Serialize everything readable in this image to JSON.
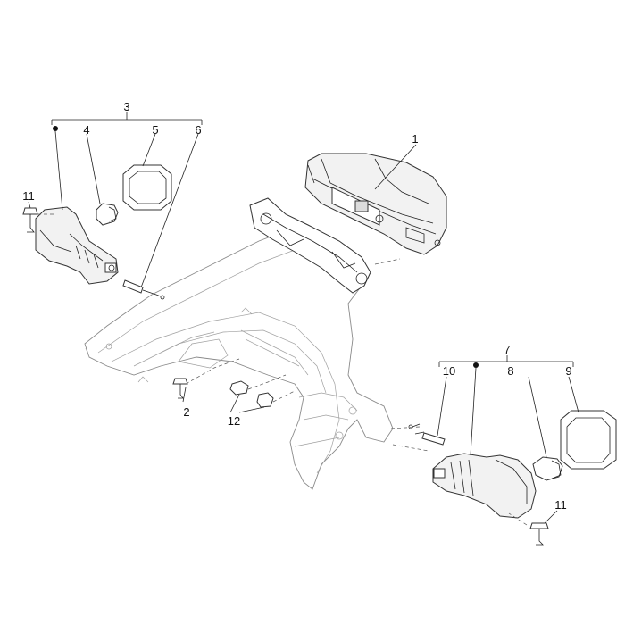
{
  "callouts": {
    "c1": "1",
    "c2": "2",
    "c3": "3",
    "c4": "4",
    "c5": "5",
    "c6": "6",
    "c7": "7",
    "c8": "8",
    "c9": "9",
    "c10": "10",
    "c11a": "11",
    "c11b": "11",
    "c12": "12"
  },
  "colors": {
    "line": "#222222",
    "part_fill": "#f2f2f2",
    "frame_outline": "#8a8a8a",
    "background": "#ffffff"
  }
}
